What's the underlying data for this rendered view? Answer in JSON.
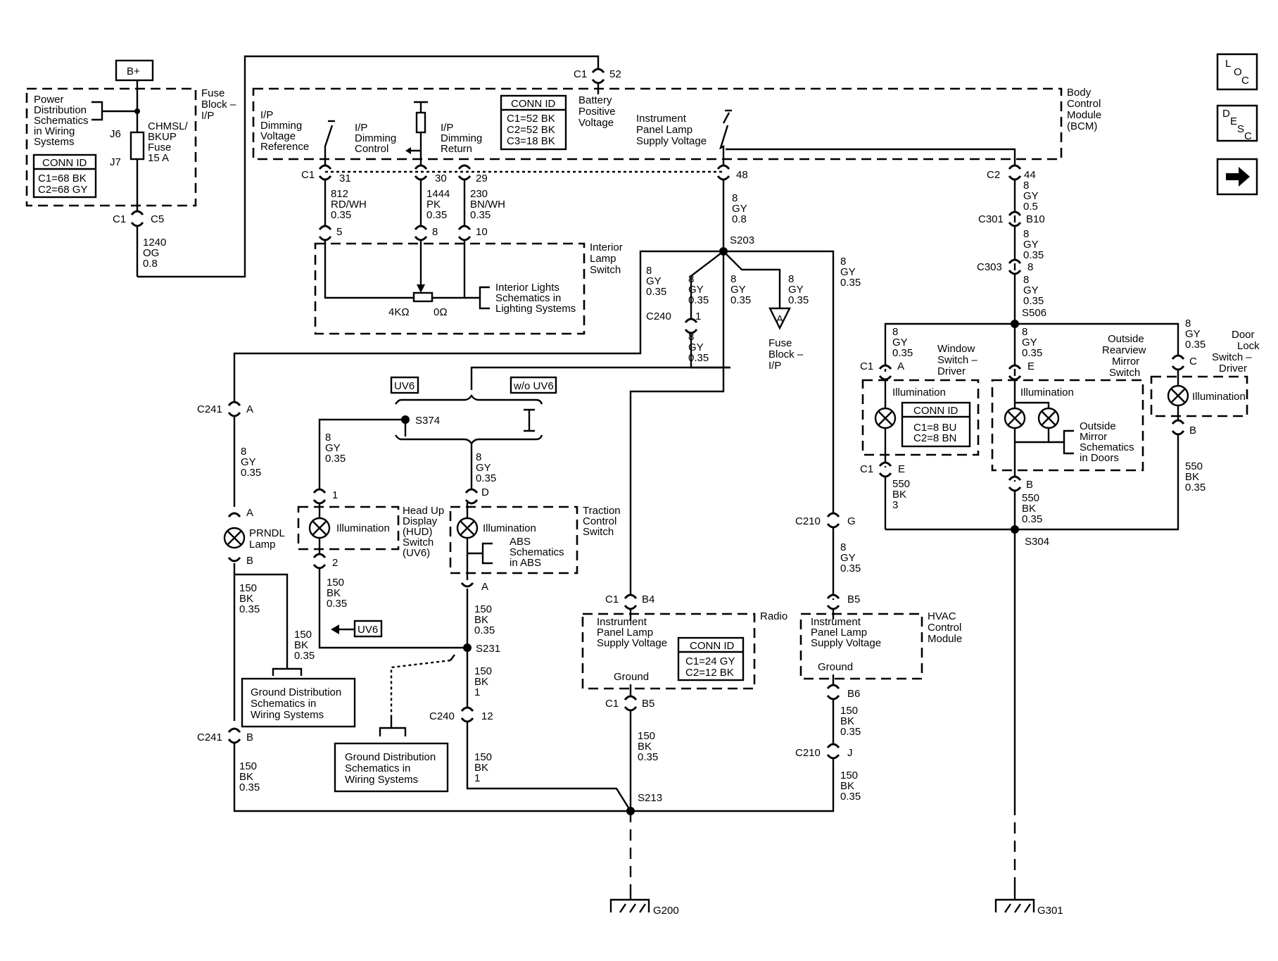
{
  "nav": {
    "loc": [
      "L",
      "O",
      "C"
    ],
    "desc": [
      "D",
      "E",
      "S",
      "C"
    ]
  },
  "bplus": "B+",
  "fuse_block": {
    "title": [
      "Fuse",
      "Block –",
      "I/P"
    ],
    "power_dist": [
      "Power",
      "Distribution",
      "Schematics",
      "in Wiring",
      "Systems"
    ],
    "conn_id": {
      "header": "CONN ID",
      "rows": [
        "C1=68 BK",
        "C2=68 GY"
      ]
    },
    "j6": "J6",
    "j7": "J7",
    "fuse": [
      "CHMSL/",
      "BKUP",
      "Fuse",
      "15 A"
    ],
    "c1": "C1",
    "c5": "C5",
    "wire": [
      "1240",
      "OG",
      "0.8"
    ]
  },
  "bcm": {
    "title": [
      "Body",
      "Control",
      "Module",
      "(BCM)"
    ],
    "c1_52": [
      "C1",
      "52"
    ],
    "battery": [
      "Battery",
      "Positive",
      "Voltage"
    ],
    "conn_id": {
      "header": "CONN ID",
      "rows": [
        "C1=52 BK",
        "C2=52 BK",
        "C3=18 BK"
      ]
    },
    "dim_ref": [
      "I/P",
      "Dimming",
      "Voltage",
      "Reference"
    ],
    "dim_ctrl": [
      "I/P",
      "Dimming",
      "Control"
    ],
    "dim_ret": [
      "I/P",
      "Dimming",
      "Return"
    ],
    "ip_supply": [
      "Instrument",
      "Panel Lamp",
      "Supply Voltage"
    ],
    "pins": {
      "c1": "C1",
      "p31": "31",
      "p30": "30",
      "p29": "29",
      "p48": "48",
      "c2": "C2",
      "p44": "44"
    }
  },
  "wires": {
    "w812": [
      "812",
      "RD/WH",
      "0.35"
    ],
    "w1444": [
      "1444",
      "PK",
      "0.35"
    ],
    "w230": [
      "230",
      "BN/WH",
      "0.35"
    ],
    "w8gy08": [
      "8",
      "GY",
      "0.8"
    ],
    "w8gy05": [
      "8",
      "GY",
      "0.5"
    ],
    "gy035": [
      "8",
      "GY",
      "0.35"
    ]
  },
  "interior_switch": {
    "title": [
      "Interior",
      "Lamp",
      "Switch"
    ],
    "pins": [
      "5",
      "8",
      "10"
    ],
    "ref": [
      "Interior Lights",
      "Schematics in",
      "Lighting Systems"
    ],
    "r4k": "4KΩ",
    "r0": "0Ω"
  },
  "splices": {
    "s203": "S203",
    "s506": "S506",
    "s304": "S304",
    "s374": "S374",
    "s231": "S231",
    "s213": "S213"
  },
  "connectors": {
    "c301": [
      "C301",
      "B10"
    ],
    "c303": [
      "C303",
      "8"
    ],
    "c240a": [
      "C240",
      "1"
    ],
    "c241a": [
      "C241",
      "A"
    ],
    "c241b": [
      "C241",
      "B"
    ],
    "c210g": [
      "C210",
      "G"
    ],
    "c210j": [
      "C210",
      "J"
    ],
    "c240b": [
      "C240",
      "12"
    ]
  },
  "fuse_ref": {
    "letter": "A",
    "label": [
      "Fuse",
      "Block –",
      "I/P"
    ]
  },
  "options": {
    "uv6": "UV6",
    "wo_uv6": "w/o UV6"
  },
  "prndl": {
    "label": [
      "PRNDL",
      "Lamp"
    ],
    "pa": "A",
    "pb": "B"
  },
  "hud": {
    "illum": "Illumination",
    "label": [
      "Head Up",
      "Display",
      "(HUD)",
      "Switch",
      "(UV6)"
    ],
    "p1": "1",
    "p2": "2"
  },
  "traction": {
    "illum": "Illumination",
    "label": [
      "Traction",
      "Control",
      "Switch"
    ],
    "abs": [
      "ABS",
      "Schematics",
      "in ABS"
    ],
    "pd": "D",
    "pa": "A"
  },
  "gnd_wires": {
    "w150_035": [
      "150",
      "BK",
      "0.35"
    ],
    "w150_1": [
      "150",
      "BK",
      "1"
    ],
    "w550_3": [
      "550",
      "BK",
      "3"
    ],
    "w550_035": [
      "550",
      "BK",
      "0.35"
    ]
  },
  "uv6_tag": "UV6",
  "ground_dist": [
    "Ground Distribution",
    "Schematics in",
    "Wiring Systems"
  ],
  "radio": {
    "title": "Radio",
    "supply": [
      "Instrument",
      "Panel Lamp",
      "Supply Voltage"
    ],
    "ground": "Ground",
    "conn_id": {
      "header": "CONN ID",
      "rows": [
        "C1=24 GY",
        "C2=12 BK"
      ]
    },
    "c1b4": [
      "C1",
      "B4"
    ],
    "c1b5": [
      "C1",
      "B5"
    ]
  },
  "hvac": {
    "title": [
      "HVAC",
      "Control",
      "Module"
    ],
    "supply": [
      "Instrument",
      "Panel Lamp",
      "Supply Voltage"
    ],
    "ground": "Ground",
    "b5": "B5",
    "b6": "B6"
  },
  "window_sw": {
    "title": [
      "Window",
      "Switch –",
      "Driver"
    ],
    "illum": "Illumination",
    "conn_id": {
      "header": "CONN ID",
      "rows": [
        "C1=8 BU",
        "C2=8 BN"
      ]
    },
    "c1a": [
      "C1",
      "A"
    ],
    "c1e": [
      "C1",
      "E"
    ]
  },
  "mirror_sw": {
    "title": [
      "Outside",
      "Rearview",
      "Mirror",
      "Switch"
    ],
    "illum": "Illumination",
    "ref": [
      "Outside",
      "Mirror",
      "Schematics",
      "in Doors"
    ],
    "pe": "E",
    "pb": "B"
  },
  "door_lock": {
    "title": [
      "Door",
      "Lock",
      "Switch –",
      "Driver"
    ],
    "illum": "Illumination",
    "pc": "C",
    "pb": "B"
  },
  "grounds": {
    "g200": "G200",
    "g301": "G301"
  }
}
